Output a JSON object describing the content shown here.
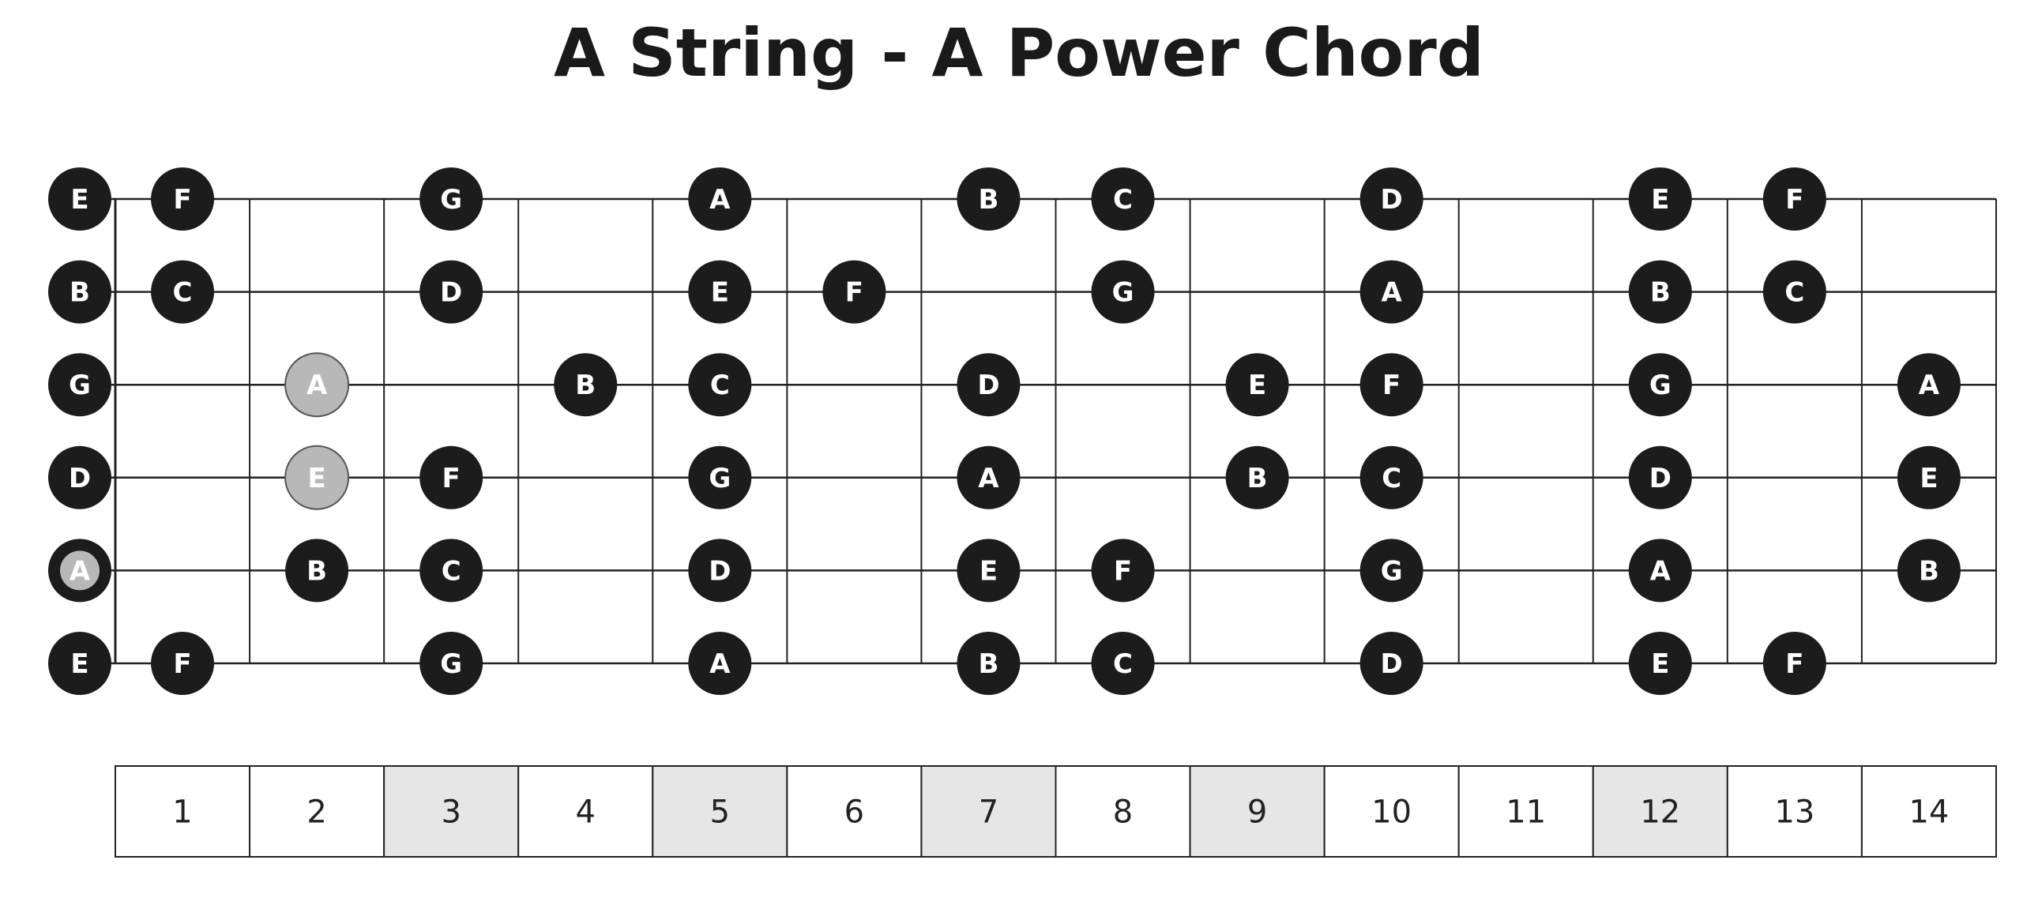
{
  "title": "A String - A Power Chord",
  "colors": {
    "note_fill": "#1c1c1c",
    "note_text": "#ffffff",
    "highlight_fill": "#b8b8b8",
    "marker_fill": "#e6e6e6",
    "line": "#222222"
  },
  "strings": [
    {
      "open": "E",
      "notes": [
        [
          1,
          "F"
        ],
        [
          3,
          "G"
        ],
        [
          5,
          "A"
        ],
        [
          7,
          "B"
        ],
        [
          8,
          "C"
        ],
        [
          10,
          "D"
        ],
        [
          12,
          "E"
        ],
        [
          13,
          "F"
        ]
      ]
    },
    {
      "open": "B",
      "notes": [
        [
          1,
          "C"
        ],
        [
          3,
          "D"
        ],
        [
          5,
          "E"
        ],
        [
          6,
          "F"
        ],
        [
          8,
          "G"
        ],
        [
          10,
          "A"
        ],
        [
          12,
          "B"
        ],
        [
          13,
          "C"
        ]
      ]
    },
    {
      "open": "G",
      "notes": [
        [
          2,
          "A"
        ],
        [
          4,
          "B"
        ],
        [
          5,
          "C"
        ],
        [
          7,
          "D"
        ],
        [
          9,
          "E"
        ],
        [
          10,
          "F"
        ],
        [
          12,
          "G"
        ],
        [
          14,
          "A"
        ]
      ]
    },
    {
      "open": "D",
      "notes": [
        [
          2,
          "E"
        ],
        [
          3,
          "F"
        ],
        [
          5,
          "G"
        ],
        [
          7,
          "A"
        ],
        [
          9,
          "B"
        ],
        [
          10,
          "C"
        ],
        [
          12,
          "D"
        ],
        [
          14,
          "E"
        ]
      ]
    },
    {
      "open": "A",
      "notes": [
        [
          2,
          "B"
        ],
        [
          3,
          "C"
        ],
        [
          5,
          "D"
        ],
        [
          7,
          "E"
        ],
        [
          8,
          "F"
        ],
        [
          10,
          "G"
        ],
        [
          12,
          "A"
        ],
        [
          14,
          "B"
        ]
      ]
    },
    {
      "open": "E",
      "notes": [
        [
          1,
          "F"
        ],
        [
          3,
          "G"
        ],
        [
          5,
          "A"
        ],
        [
          7,
          "B"
        ],
        [
          8,
          "C"
        ],
        [
          10,
          "D"
        ],
        [
          12,
          "E"
        ],
        [
          13,
          "F"
        ]
      ]
    }
  ],
  "highlighted": [
    {
      "string": 2,
      "fret": 2
    },
    {
      "string": 3,
      "fret": 2
    },
    {
      "string": 4,
      "fret": 0
    }
  ],
  "fret_numbers": [
    "1",
    "2",
    "3",
    "4",
    "5",
    "6",
    "7",
    "8",
    "9",
    "10",
    "11",
    "12",
    "13",
    "14"
  ],
  "marker_frets": [
    3,
    5,
    7,
    9,
    12
  ]
}
